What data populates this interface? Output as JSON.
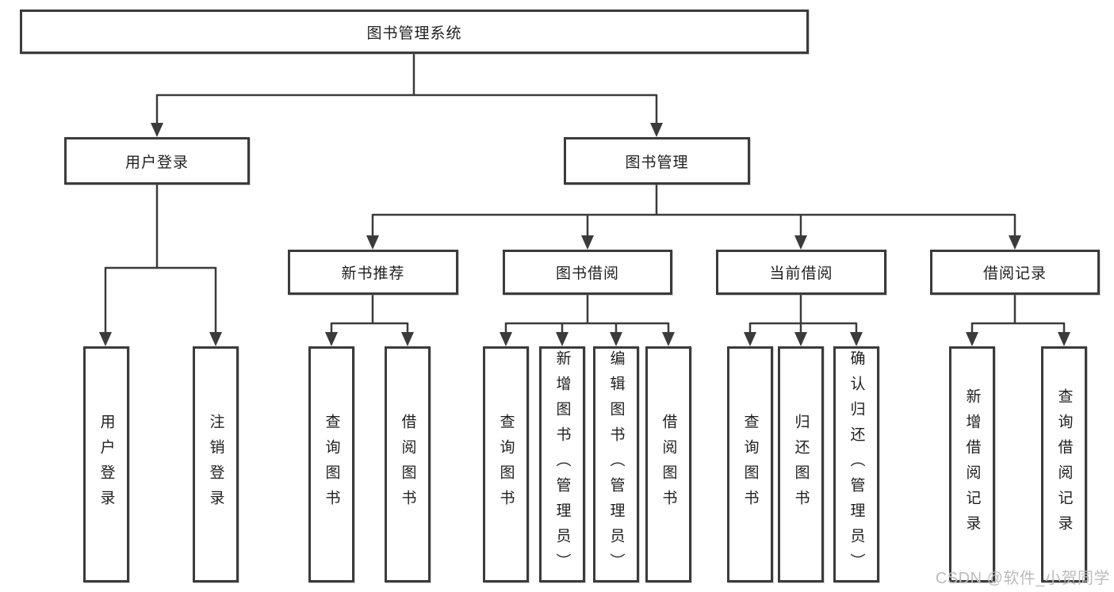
{
  "diagram": {
    "title_node": {
      "label": "图书管理系统"
    },
    "level2": [
      {
        "label": "用户登录"
      },
      {
        "label": "图书管理"
      }
    ],
    "level3": [
      {
        "label": "新书推荐"
      },
      {
        "label": "图书借阅"
      },
      {
        "label": "当前借阅"
      },
      {
        "label": "借阅记录"
      }
    ],
    "leaves": {
      "user_login": [
        {
          "label": "用户登录"
        },
        {
          "label": "注销登录"
        }
      ],
      "new_book_recommend": [
        {
          "label": "查询图书"
        },
        {
          "label": "借阅图书"
        }
      ],
      "book_borrow": [
        {
          "label": "查询图书"
        },
        {
          "label": "新增图书（管理员）"
        },
        {
          "label": "编辑图书（管理员）"
        },
        {
          "label": "借阅图书"
        }
      ],
      "current_borrow": [
        {
          "label": "查询图书"
        },
        {
          "label": "归还图书"
        },
        {
          "label": "确认归还（管理员）"
        }
      ],
      "borrow_records": [
        {
          "label": "新增借阅记录"
        },
        {
          "label": "查询借阅记录"
        }
      ]
    },
    "colors": {
      "box_border": "#3b3b3b",
      "connector_line": "#3b3b3b",
      "text": "#1f1f1f",
      "background": "#ffffff",
      "watermark": "#bcbcbc"
    },
    "watermark_text": "CSDN @软件_小贺同学"
  }
}
